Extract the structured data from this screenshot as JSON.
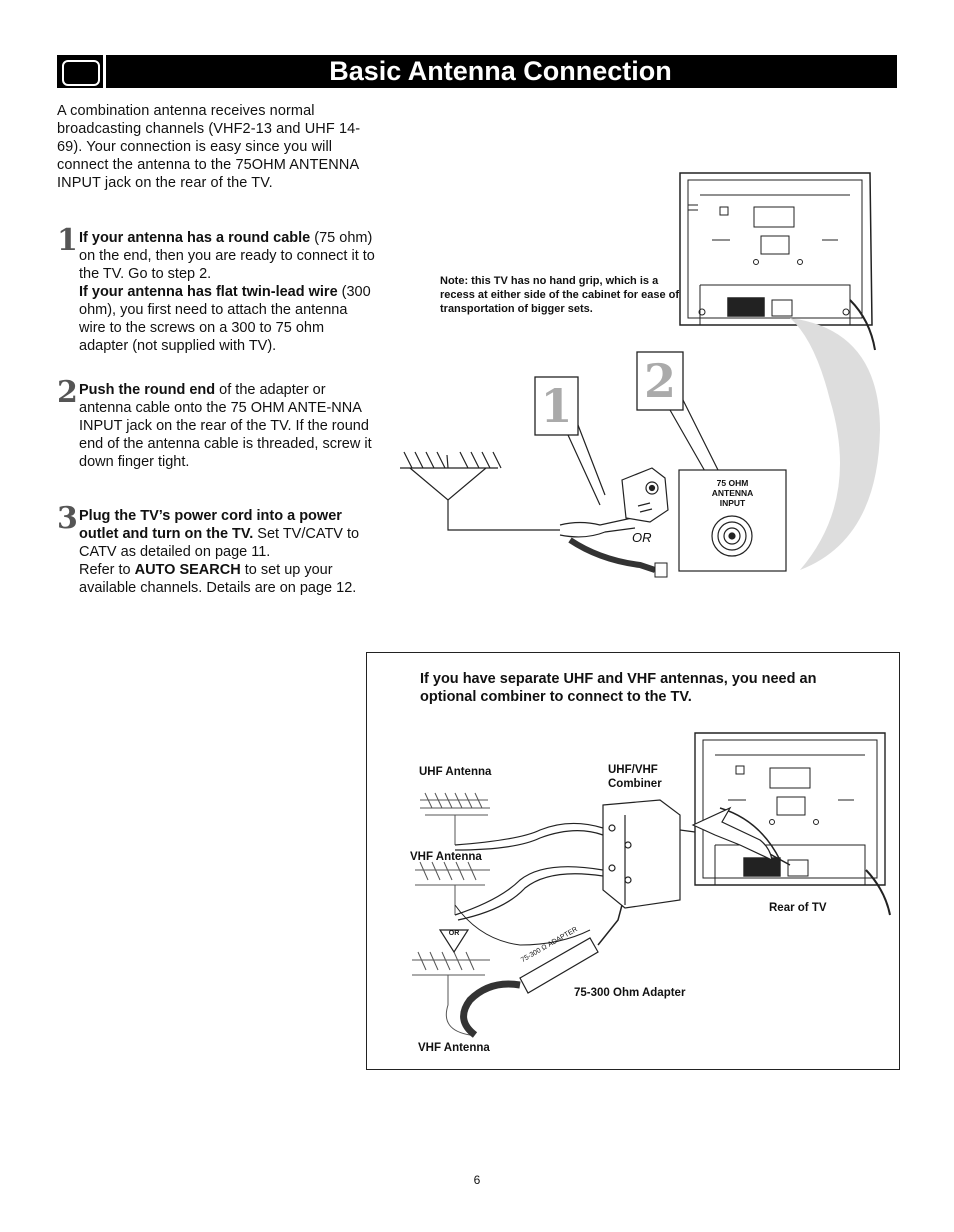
{
  "header": {
    "title": "Basic  Antenna Connection"
  },
  "intro": "A combination antenna receives normal broadcasting channels (VHF2-13 and UHF 14-69). Your connection is easy since you will connect the antenna to the 75OHM ANTENNA INPUT jack on the rear of the TV.",
  "steps": [
    {
      "number": "1",
      "bold1": "If your antenna has a round cable",
      "text1": " (75 ohm) on the end, then you are ready to connect it to the TV. Go to step 2.",
      "bold2": "If your antenna has flat twin-lead wire",
      "text2": " (300 ohm), you first need to attach the antenna wire to the screws on a 300 to 75 ohm adapter (not supplied with TV)."
    },
    {
      "number": "2",
      "bold1": "Push the round end",
      "text1": " of the adapter or antenna cable onto the 75 OHM ANTE-NNA INPUT jack on the rear of the TV. If the round end of the antenna cable is threaded, screw it down finger tight."
    },
    {
      "number": "3",
      "bold1": "Plug the TV’s power cord into a power outlet and turn on the TV.",
      "text1": " Set TV/CATV to CATV as detailed on page 11.",
      "text2a": "Refer to ",
      "bold2": "AUTO SEARCH",
      "text2b": " to set up your available channels. Details are on page 12."
    }
  ],
  "diagram1": {
    "note": "Note: this TV has no hand grip, which is a recess at either side of the cabinet for ease of transportation of bigger sets.",
    "callout1": "1",
    "callout2": "2",
    "jack_label_line1": "75 OHM",
    "jack_label_line2": "ANTENNA",
    "jack_label_line3": "INPUT",
    "or_label": "OR"
  },
  "combiner_section": {
    "heading": "If you have separate UHF and VHF antennas, you need an optional combiner to connect to the TV.",
    "uhf_antenna": "UHF Antenna",
    "vhf_antenna": "VHF Antenna",
    "vhf_antenna2": "VHF Antenna",
    "combiner_line1": "UHF/VHF",
    "combiner_line2": "Combiner",
    "rear_of_tv": "Rear of  TV",
    "adapter": "75-300 Ohm Adapter",
    "or_badge": "OR",
    "adapter_print": "75-300 Ω ADAPTER"
  },
  "footer": {
    "page_number": "6"
  }
}
